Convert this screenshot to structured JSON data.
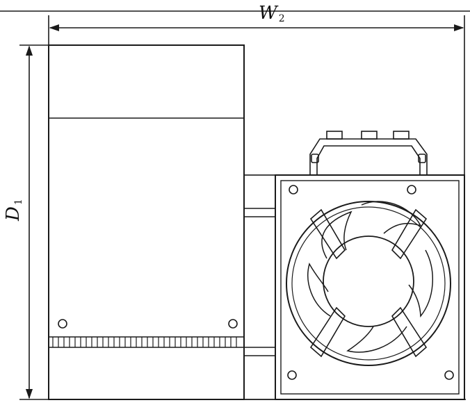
{
  "dimensions": {
    "width": {
      "symbol": "W",
      "subscript": "2"
    },
    "depth": {
      "symbol": "D",
      "subscript": "1"
    }
  },
  "colors": {
    "line": "#1a1a1a",
    "paper": "#ffffff"
  }
}
